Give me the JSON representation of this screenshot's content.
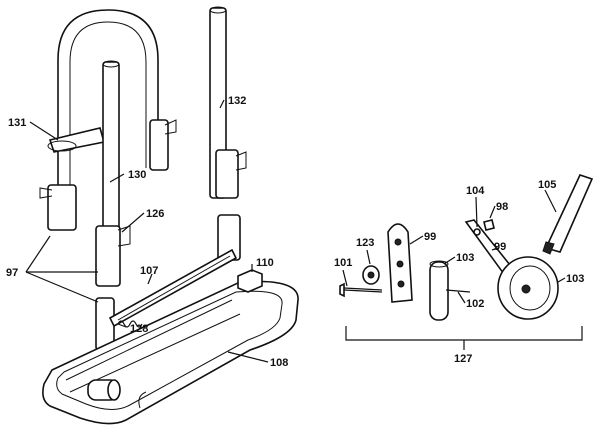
{
  "diagram": {
    "callouts": {
      "c131": "131",
      "c130": "130",
      "c132": "132",
      "c126": "126",
      "c97": "97",
      "c107": "107",
      "c110": "110",
      "c128": "128",
      "c108": "108",
      "c101": "101",
      "c123": "123",
      "c99a": "99",
      "c103a": "103",
      "c102": "102",
      "c104": "104",
      "c98": "98",
      "c99b": "99",
      "c105": "105",
      "c103b": "103",
      "c127": "127"
    }
  }
}
